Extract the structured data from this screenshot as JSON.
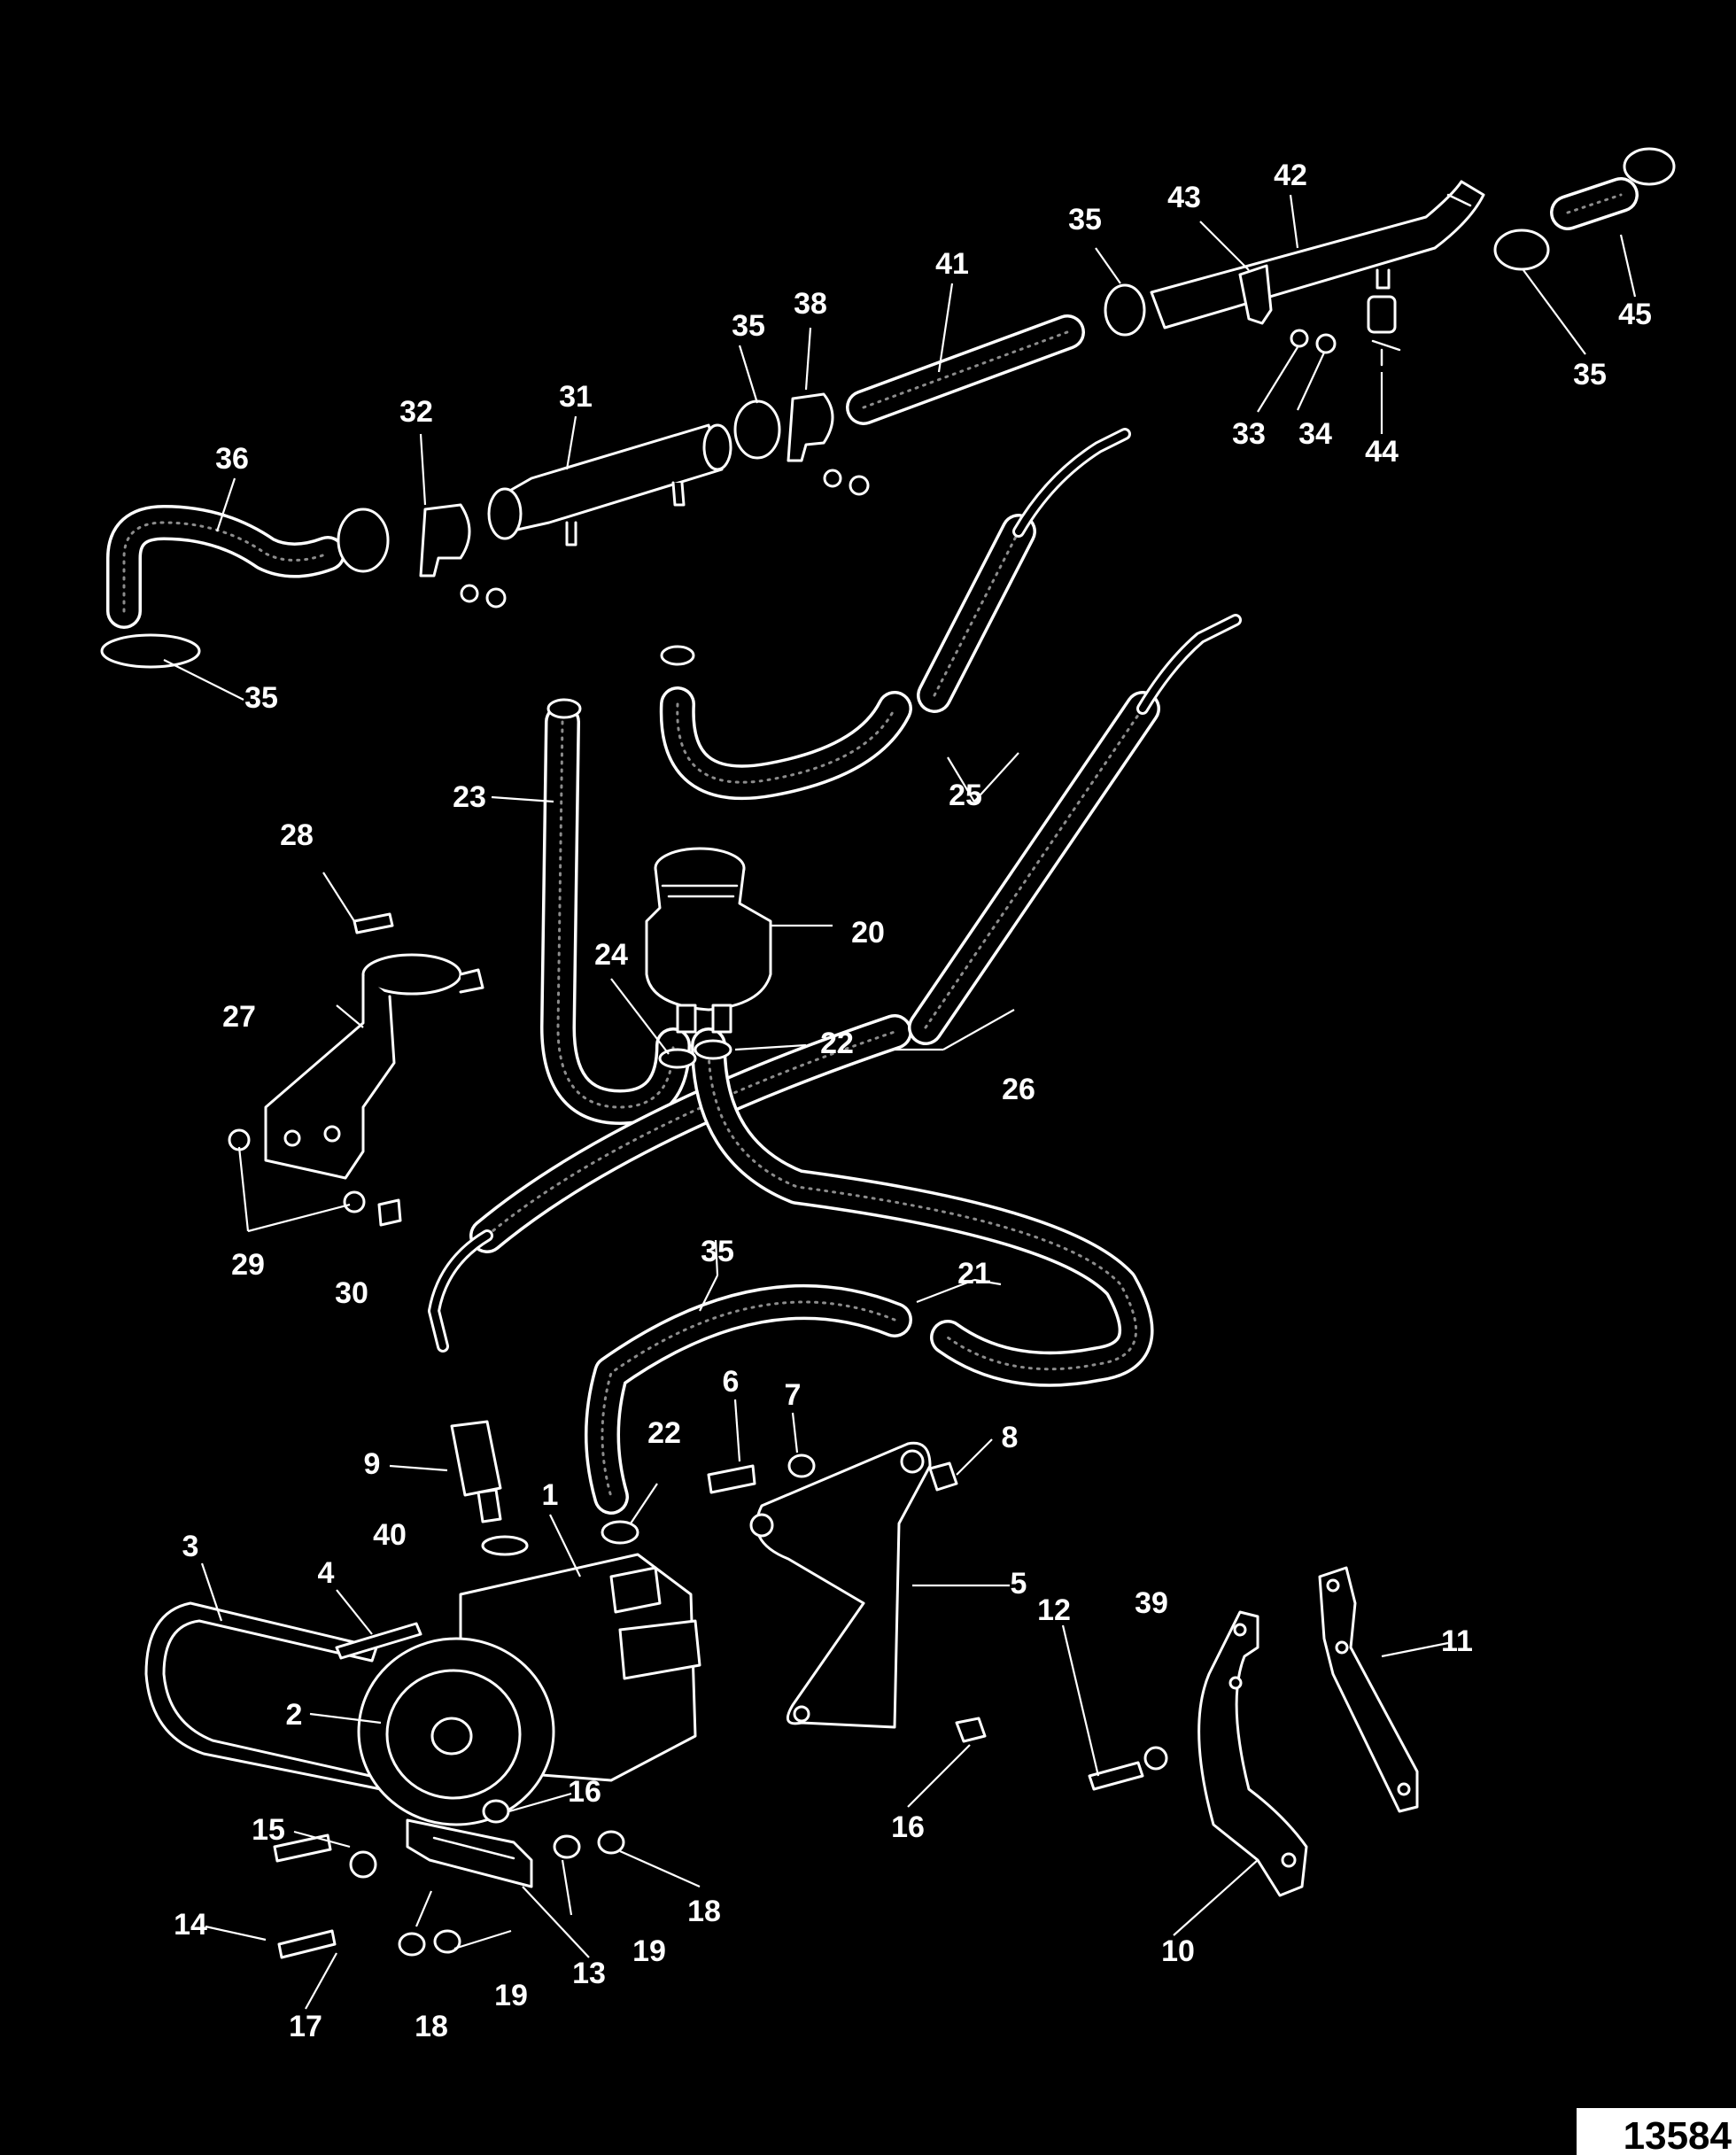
{
  "diagram_code": "13584",
  "callouts": {
    "c1": "1",
    "c2": "2",
    "c3": "3",
    "c4": "4",
    "c5": "5",
    "c6": "6",
    "c7": "7",
    "c8": "8",
    "c9": "9",
    "c10": "10",
    "c11": "11",
    "c12": "12",
    "c13": "13",
    "c14": "14",
    "c15": "15",
    "c16a": "16",
    "c16b": "16",
    "c17": "17",
    "c18a": "18",
    "c18b": "18",
    "c19a": "19",
    "c19b": "19",
    "c20": "20",
    "c21": "21",
    "c22a": "22",
    "c22b": "22",
    "c23": "23",
    "c24": "24",
    "c25": "25",
    "c26": "26",
    "c27": "27",
    "c28": "28",
    "c29": "29",
    "c30": "30",
    "c31": "31",
    "c32": "32",
    "c33": "33",
    "c34": "34",
    "c35a": "35",
    "c35b": "35",
    "c35c": "35",
    "c35d": "35",
    "c35e": "35",
    "c36": "36",
    "c38": "38",
    "c39": "39",
    "c40": "40",
    "c41": "41",
    "c42": "42",
    "c43": "43",
    "c44": "44",
    "c45": "45"
  }
}
